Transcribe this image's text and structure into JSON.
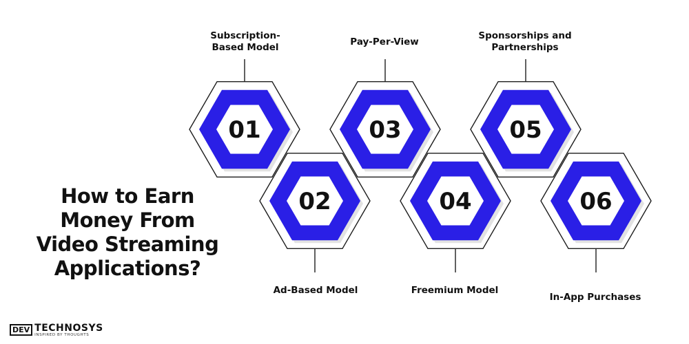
{
  "heading": [
    "How to Earn",
    "Money From",
    "Video Streaming",
    "Applications?"
  ],
  "steps": [
    {
      "number": "01",
      "label": [
        "Subscription-",
        "Based Model"
      ],
      "position": "top"
    },
    {
      "number": "02",
      "label": [
        "Ad-Based Model"
      ],
      "position": "bottom"
    },
    {
      "number": "03",
      "label": [
        "Pay-Per-View"
      ],
      "position": "top"
    },
    {
      "number": "04",
      "label": [
        "Freemium Model"
      ],
      "position": "bottom"
    },
    {
      "number": "05",
      "label": [
        "Sponsorships and",
        "Partnerships"
      ],
      "position": "top"
    },
    {
      "number": "06",
      "label": [
        "In-App Purchases"
      ],
      "position": "bottom"
    }
  ],
  "logo": {
    "box_text": "DEV",
    "main": "TECHNOSYS",
    "tagline": "INSPIRED BY THOUGHTS"
  },
  "colors": {
    "hexagon_fill": "#2a1fe6",
    "inner_fill": "#ffffff",
    "outline": "#1c1c1c",
    "text": "#111111"
  }
}
